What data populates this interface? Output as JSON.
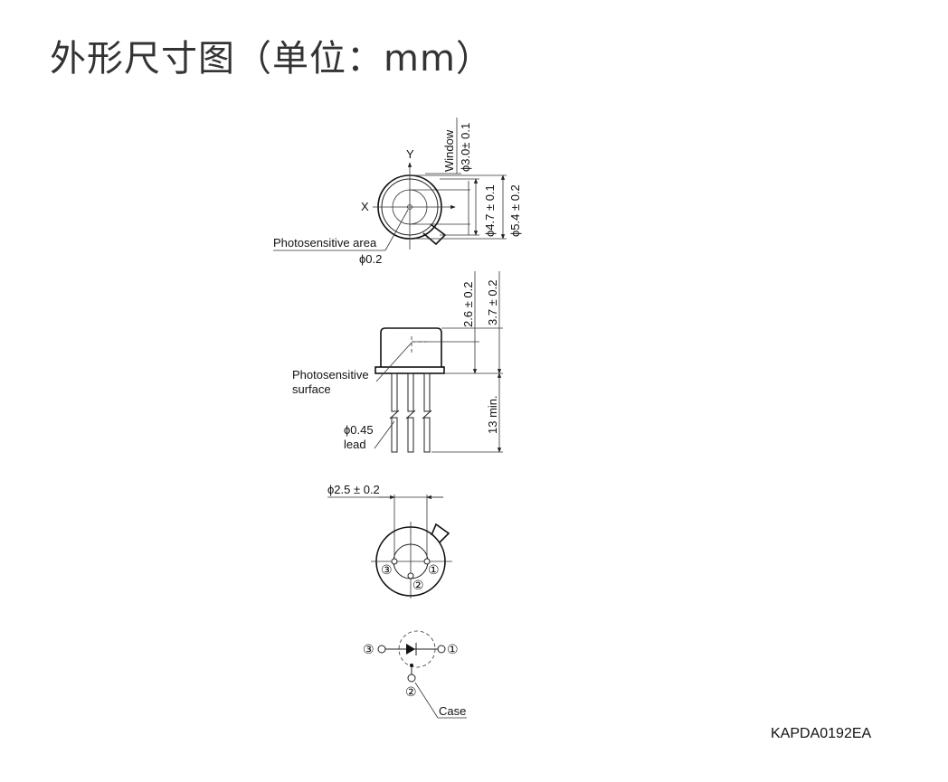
{
  "title": "外形尺寸图（单位：mm）",
  "drawing_code": "KAPDA0192EA",
  "top_view": {
    "axis_y": "Y",
    "axis_x": "X",
    "window_label": "Window",
    "window_dim": "ϕ3.0± 0.1",
    "dim_inner": "ϕ4.7 ± 0.1",
    "dim_outer": "ϕ5.4 ± 0.2",
    "area_label": "Photosensitive area",
    "area_dim": "ϕ0.2"
  },
  "side_view": {
    "dim_a": "2.6 ± 0.2",
    "dim_b": "3.7 ± 0.2",
    "dim_lead_len": "13 min.",
    "surface_label_1": "Photosensitive",
    "surface_label_2": "surface",
    "lead_dim": "ϕ0.45",
    "lead_label": "lead"
  },
  "bottom_view": {
    "pitch_dim": "ϕ2.5 ± 0.2",
    "pin1": "①",
    "pin2": "②",
    "pin3": "③"
  },
  "schematic": {
    "pin3": "③",
    "pin1": "①",
    "pin2": "②",
    "case_label": "Case"
  }
}
